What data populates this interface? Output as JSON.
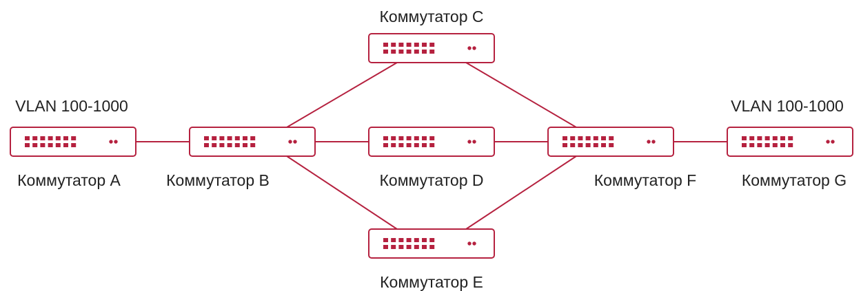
{
  "colors": {
    "accent": "#b5213f",
    "text": "#222222",
    "background": "#ffffff"
  },
  "switches": [
    {
      "id": "A",
      "label": "Коммутатор A",
      "vlan": "VLAN 100-1000"
    },
    {
      "id": "B",
      "label": "Коммутатор B"
    },
    {
      "id": "C",
      "label": "Коммутатор C"
    },
    {
      "id": "D",
      "label": "Коммутатор D"
    },
    {
      "id": "E",
      "label": "Коммутатор E"
    },
    {
      "id": "F",
      "label": "Коммутатор F"
    },
    {
      "id": "G",
      "label": "Коммутатор G",
      "vlan": "VLAN 100-1000"
    }
  ],
  "links": [
    [
      "A",
      "B"
    ],
    [
      "B",
      "C"
    ],
    [
      "B",
      "D"
    ],
    [
      "B",
      "E"
    ],
    [
      "C",
      "F"
    ],
    [
      "D",
      "F"
    ],
    [
      "E",
      "F"
    ],
    [
      "F",
      "G"
    ]
  ]
}
